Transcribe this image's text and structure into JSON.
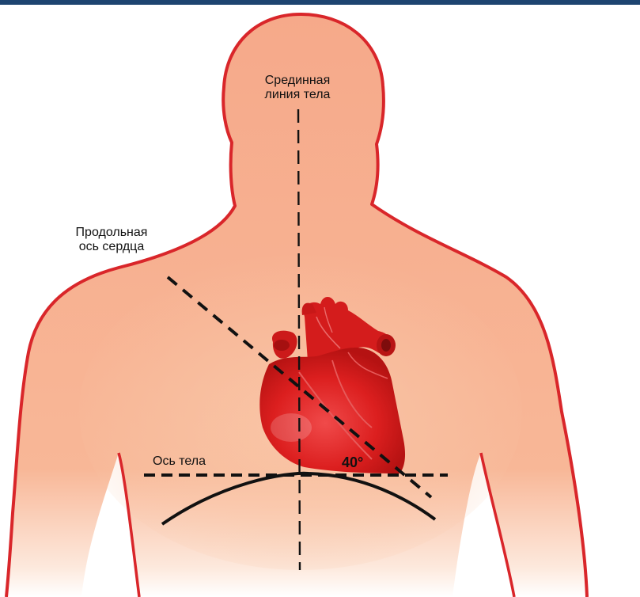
{
  "labels": {
    "midline": [
      "Срединная",
      "линия тела"
    ],
    "heart_axis": [
      "Продольная",
      "ось сердца"
    ],
    "body_axis": "Ось тела",
    "angle": "40°"
  },
  "colors": {
    "top_bar": "#1d4470",
    "skin": "#f4b08d",
    "outline": "#d9262a",
    "heart": "#d91f1f",
    "lines": "#111111"
  }
}
